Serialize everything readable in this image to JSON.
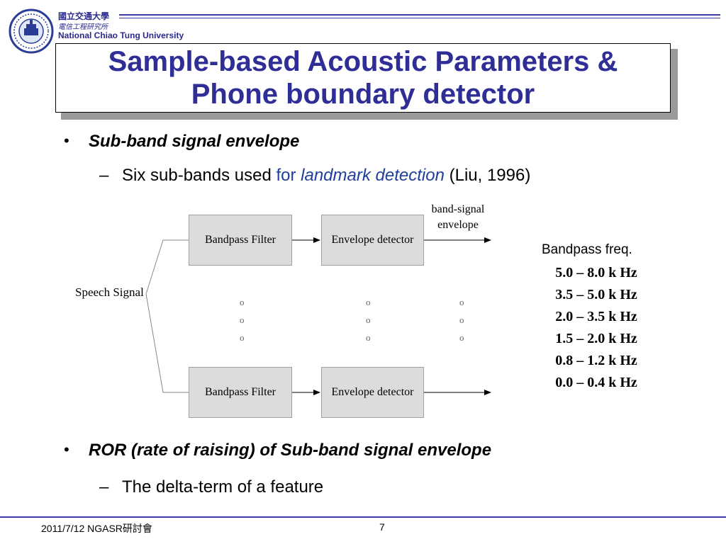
{
  "header": {
    "university_zh": "國立交通大學",
    "department_zh": "電信工程研究所",
    "university_en": "National Chiao Tung University"
  },
  "title": {
    "line1": "Sample-based Acoustic Parameters &",
    "line2": "Phone boundary detector"
  },
  "bullets": [
    {
      "text": "Sub-band signal envelope",
      "sub": {
        "part1": "Six sub-bands used ",
        "part2": "for ",
        "part3": "landmark detection",
        "part4": " (Liu, 1996)"
      }
    },
    {
      "text": "ROR (rate of raising) of Sub-band signal envelope",
      "sub": {
        "part1": "The delta-term of a feature"
      }
    }
  ],
  "diagram": {
    "input_label": "Speech Signal",
    "bandpass_label": "Bandpass Filter",
    "envelope_label": "Envelope detector",
    "output_label_line1": "band-signal",
    "output_label_line2": "envelope",
    "ellipsis_glyph": "o",
    "box_fill": "#dcdcdc"
  },
  "freq_list": {
    "heading": "Bandpass freq.",
    "items": [
      "5.0 – 8.0 k Hz",
      "3.5 – 5.0 k Hz",
      "2.0 – 3.5 k Hz",
      "1.5 – 2.0 k Hz",
      "0.8 – 1.2 k Hz",
      "0.0 – 0.4 k Hz"
    ]
  },
  "footer": {
    "date": "2011/7/12 NGASR研討會",
    "page": "7"
  },
  "colors": {
    "title": "#2e2e96",
    "rule": "#3a3aa8",
    "accent_text": "#1f3f9c"
  },
  "icons": {
    "logo": "university-seal-icon"
  }
}
